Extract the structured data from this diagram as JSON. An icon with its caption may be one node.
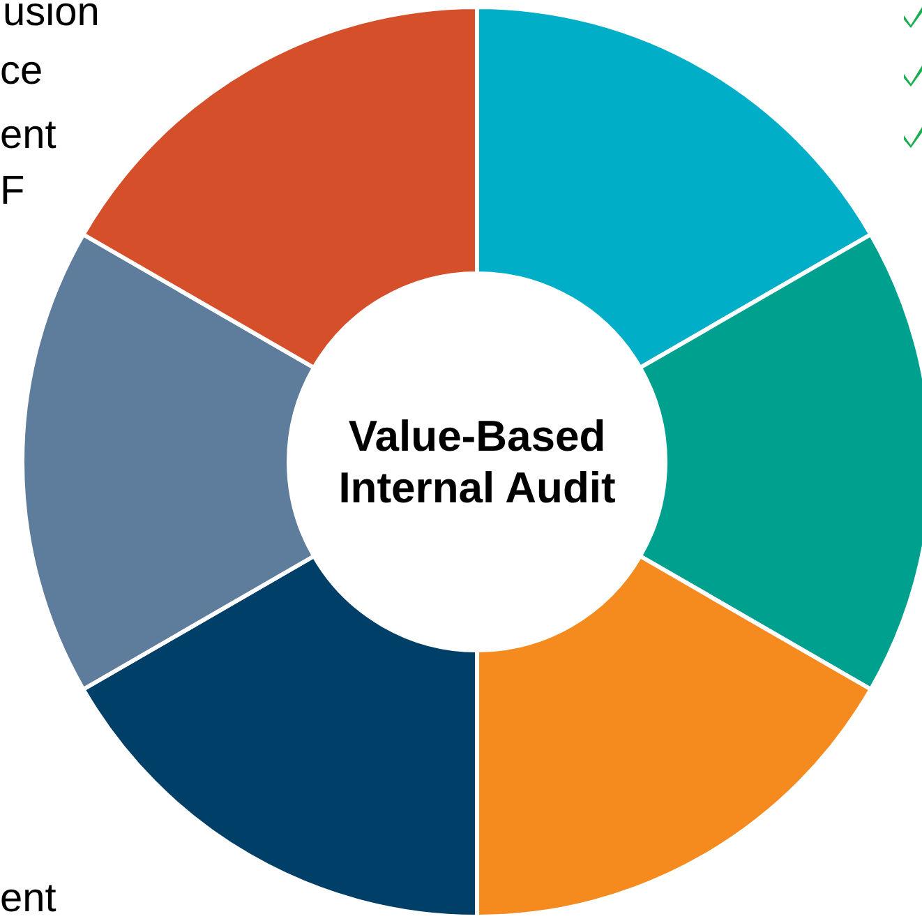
{
  "diagram": {
    "nodes": [
      {
        "text": [],
        "shape": "sector"
      },
      {
        "text": [],
        "shape": "sector"
      },
      {
        "text": [],
        "shape": "sector"
      },
      {
        "text": [],
        "shape": "sector"
      },
      {
        "text": [],
        "shape": "sector"
      },
      {
        "text": [],
        "shape": "sector"
      },
      {
        "text": [
          "Value-Based Internal Audit"
        ]
      }
    ],
    "labels": [
      "usion",
      "ce",
      "ent",
      "F",
      "ent"
    ]
  }
}
